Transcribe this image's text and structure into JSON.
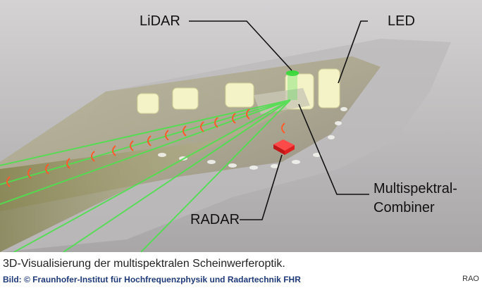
{
  "figure": {
    "labels": {
      "lidar": "LiDAR",
      "led": "LED",
      "combiner_line1": "Multispektral-",
      "combiner_line2": "Combiner",
      "radar": "RADAR"
    },
    "colors": {
      "beam": "#4fe04f",
      "radar_arc": "#ff5a2a",
      "radar_module": "#e82020",
      "led": "#f4f3c8"
    }
  },
  "caption": "3D-Visualisierung der multispektralen Scheinwerferoptik.",
  "credit": "Bild: © Fraunhofer-Institut für Hochfrequenzphysik und Radartechnik FHR",
  "tag": "RAO"
}
